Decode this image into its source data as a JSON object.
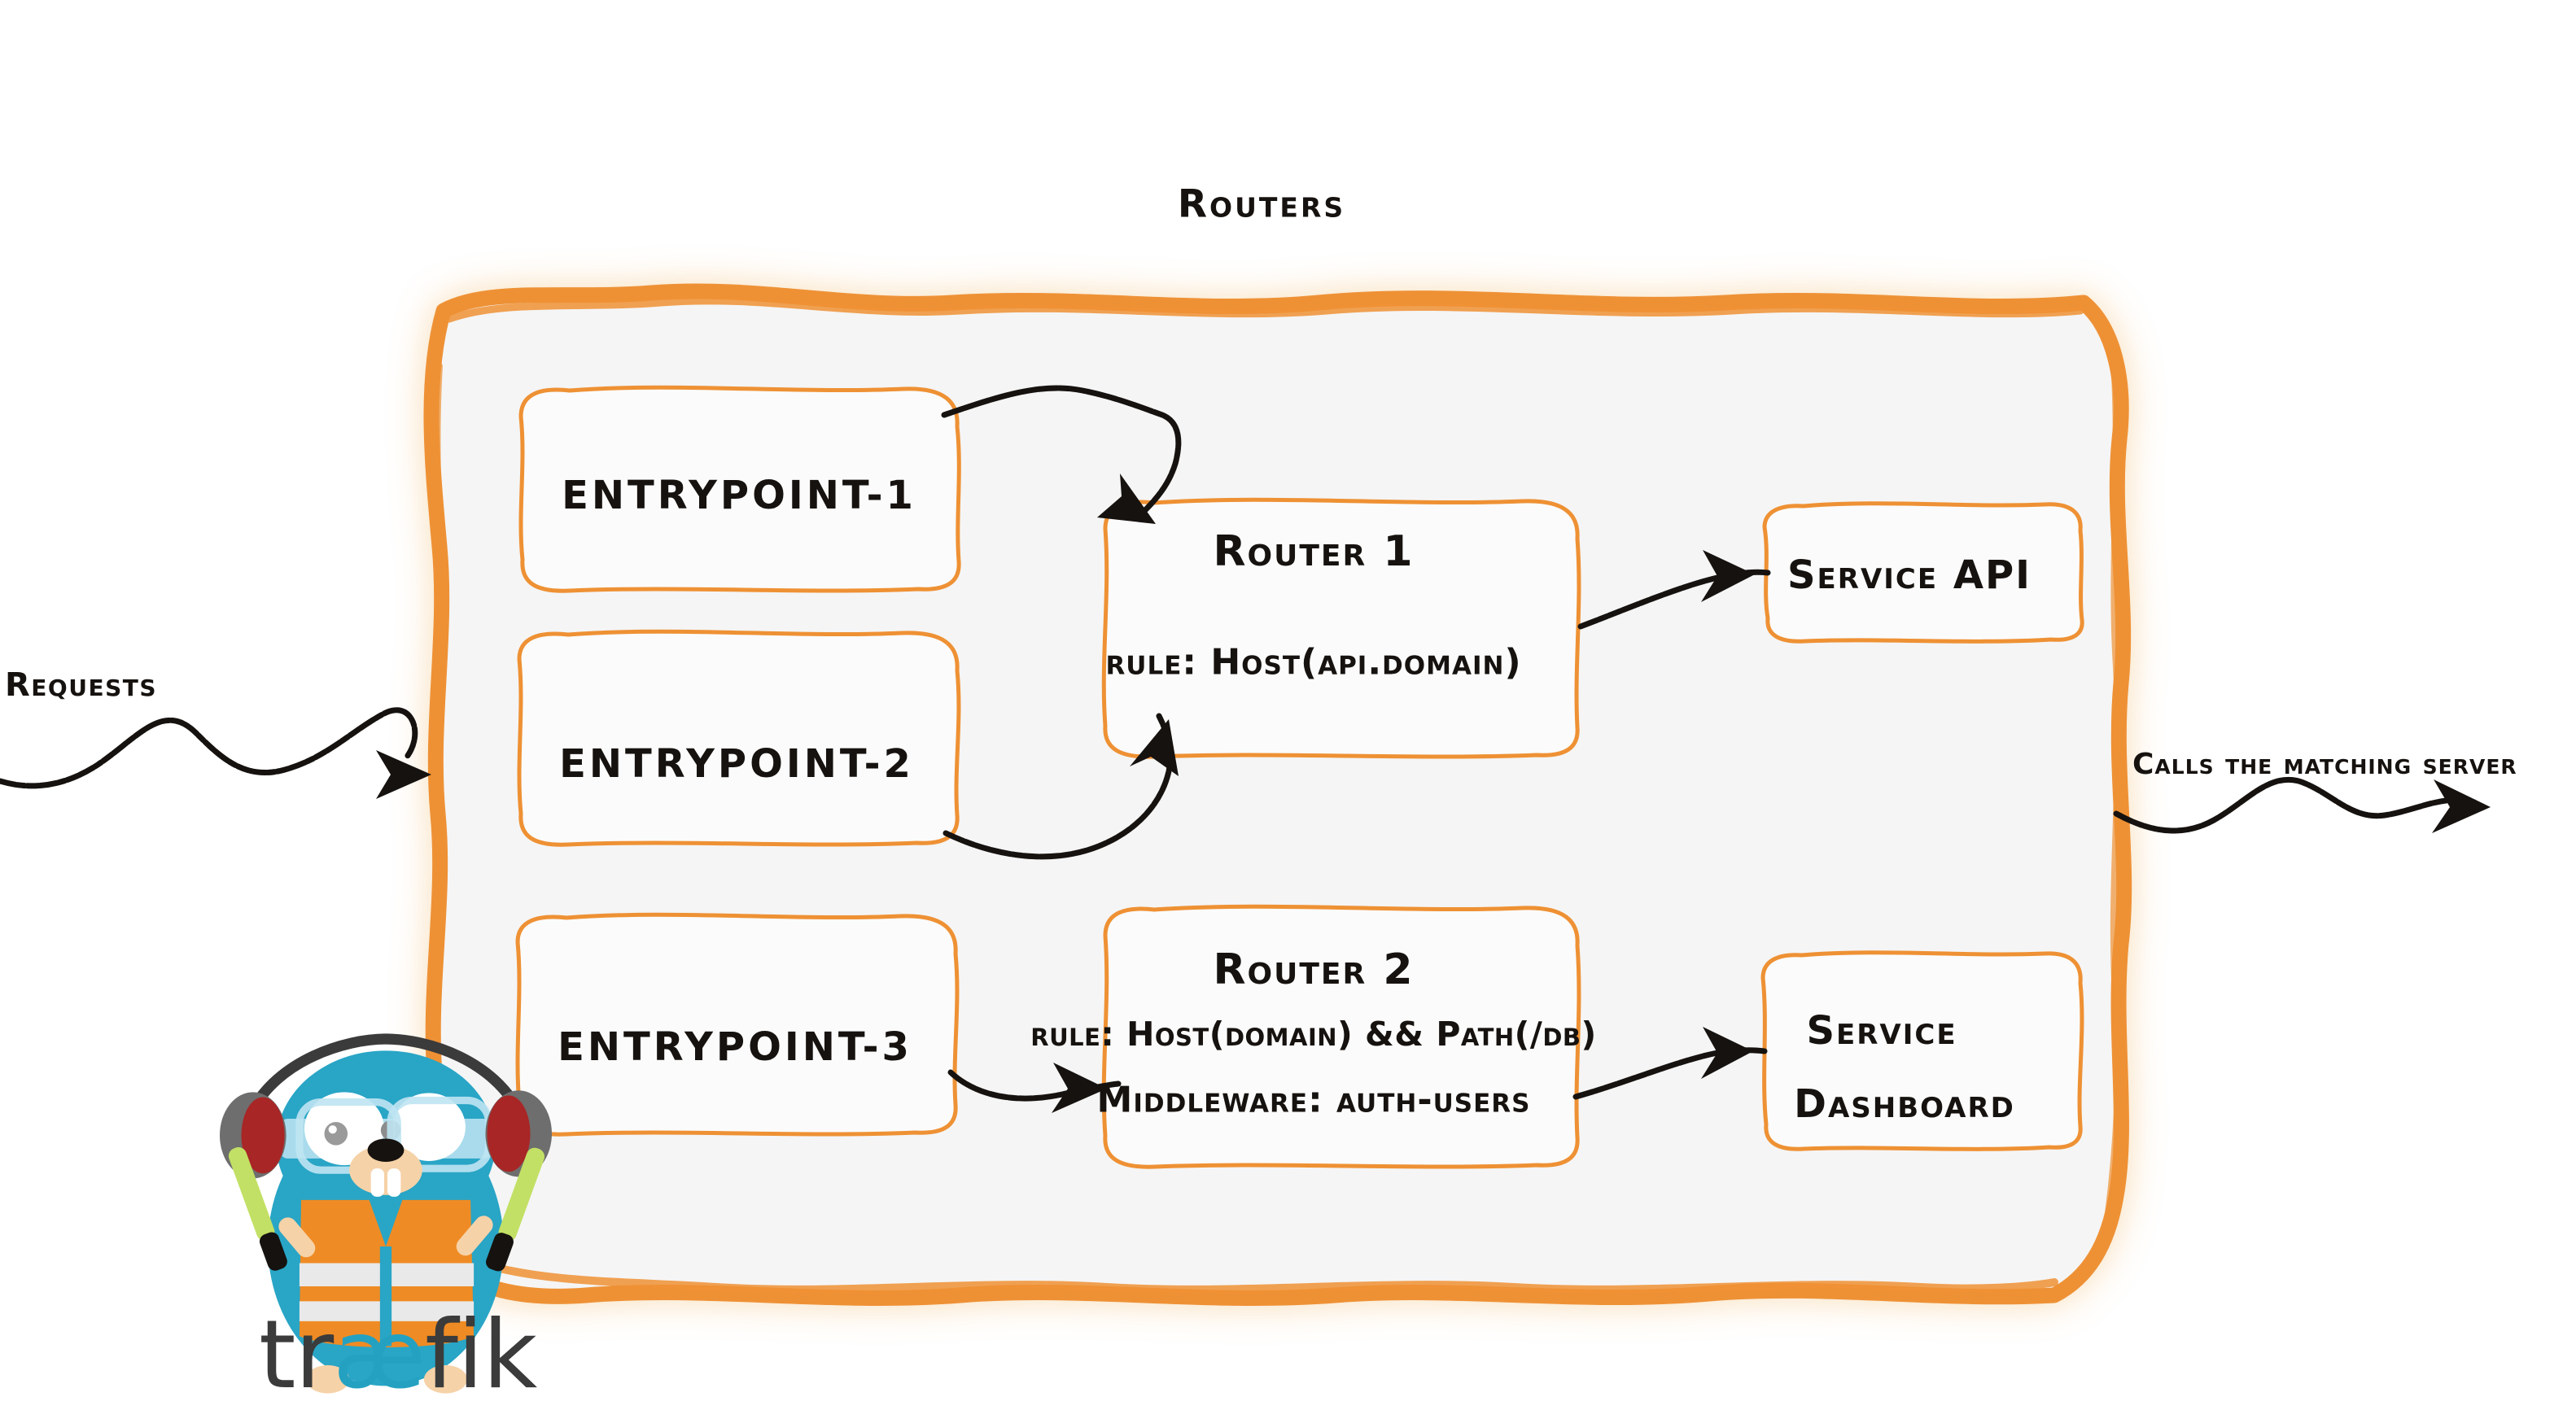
{
  "diagram": {
    "title": "Routers",
    "colors": {
      "accent_orange": "#ee9134",
      "panel_fill": "#f5f5f5",
      "box_stroke": "#ee9134",
      "ink": "#16120f",
      "gopher_blue": "#29a5c6",
      "gopher_vest_orange": "#ef8b24",
      "glowstick_green": "#c2e065"
    }
  },
  "entrypoints": [
    {
      "label": "ENTRYPOINT-1"
    },
    {
      "label": "ENTRYPOINT-2"
    },
    {
      "label": "ENTRYPOINT-3"
    }
  ],
  "routers": [
    {
      "title": "Router 1",
      "lines": [
        "rule: Host(api.domain)"
      ]
    },
    {
      "title": "Router 2",
      "lines": [
        "rule: Host(domain) && Path(/db)",
        "Middleware: auth-users"
      ]
    }
  ],
  "services": [
    {
      "line1": "Service API",
      "line2": ""
    },
    {
      "line1": "Service",
      "line2": "Dashboard"
    }
  ],
  "annotations": {
    "left_label": "Requests",
    "right_label": "Calls the matching server"
  },
  "logo": {
    "wordmark_pre": "tr",
    "wordmark_ae": "æ",
    "wordmark_post": "fik",
    "alt": "traefik-gopher-mascot"
  }
}
